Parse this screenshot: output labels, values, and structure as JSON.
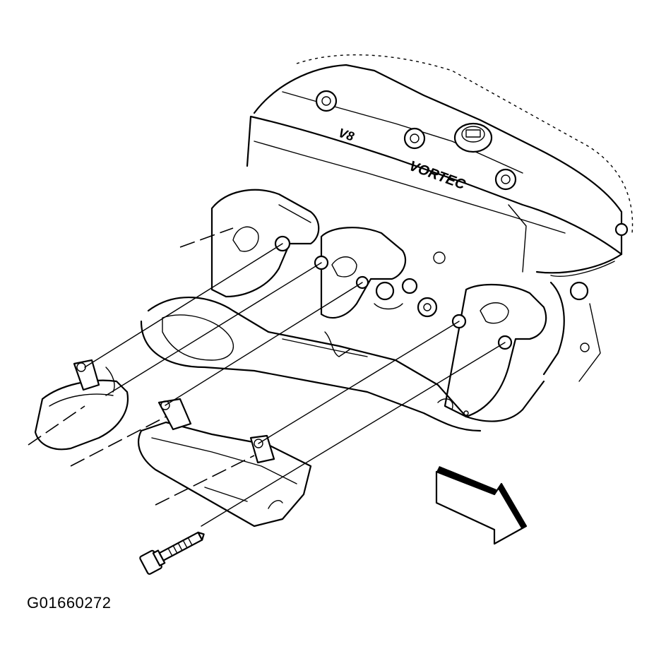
{
  "figure": {
    "id_label": "G01660272"
  },
  "valve_cover": {
    "embossed_text": "VORTEC",
    "embossed_mark": "V8"
  },
  "colors": {
    "ink": "#000000",
    "paper": "#ffffff"
  },
  "icons": {
    "direction_arrow": "front-arrow-icon",
    "bolt": "bolt-icon"
  }
}
